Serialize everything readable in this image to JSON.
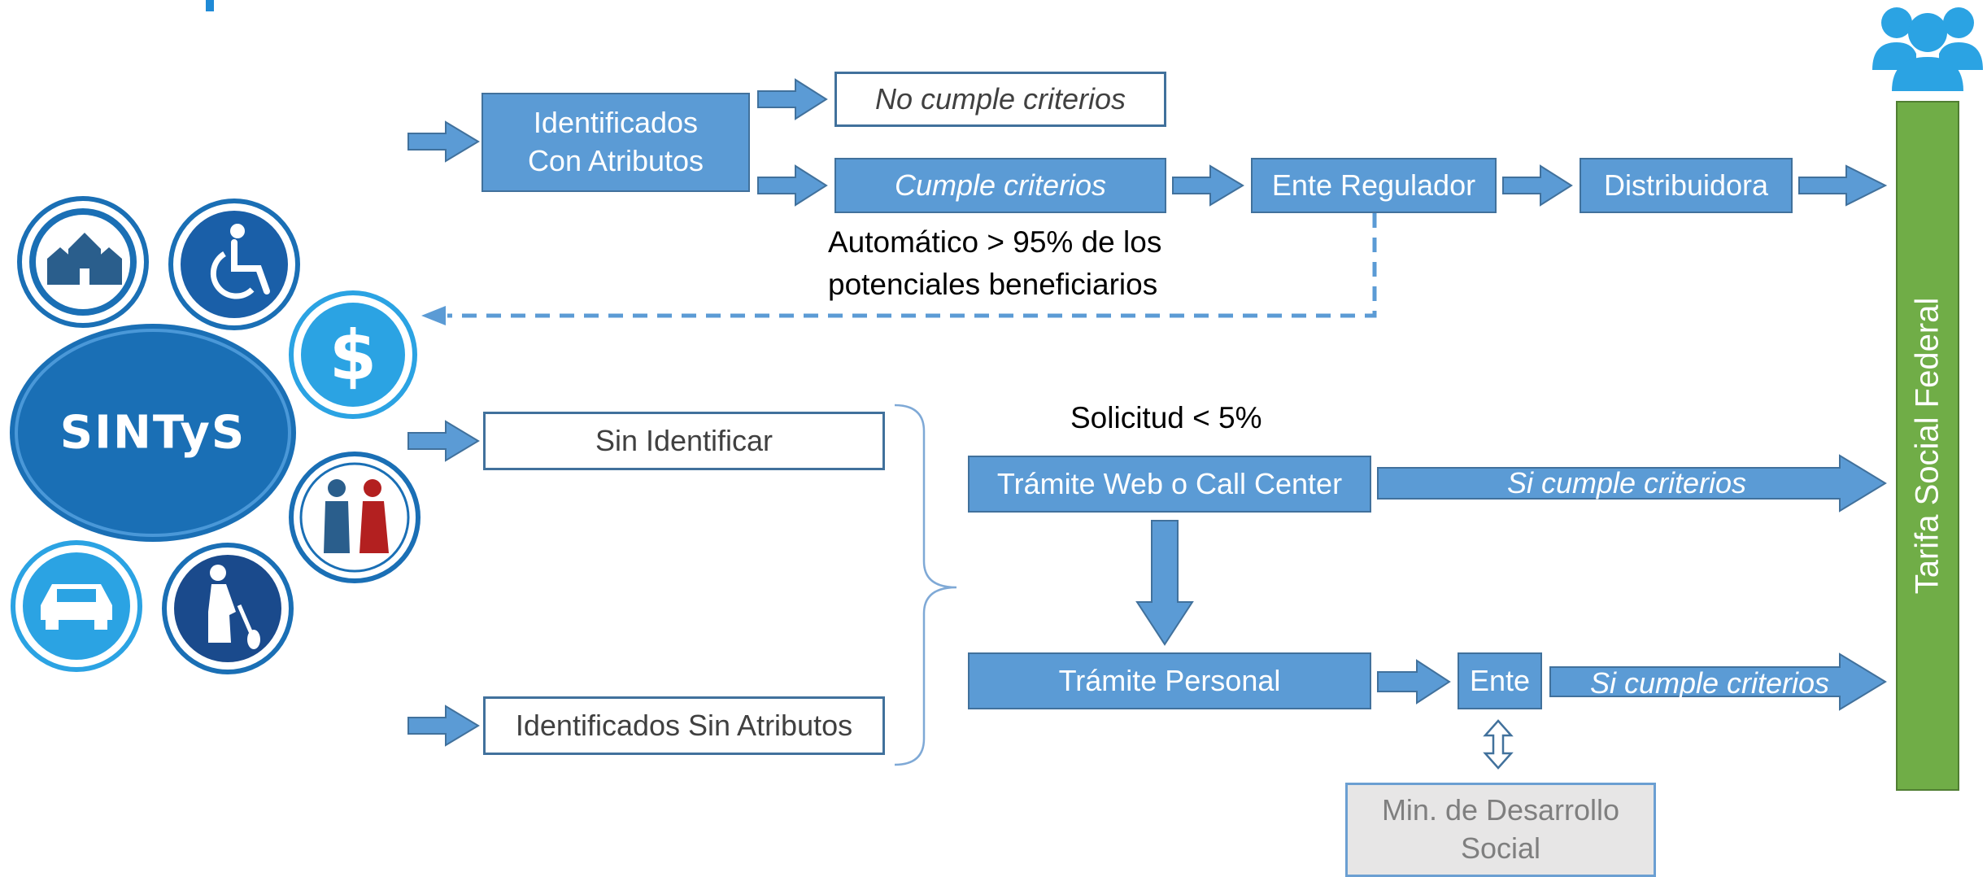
{
  "boxes": {
    "identificados_con_atributos": [
      "Identificados",
      "Con Atributos"
    ],
    "no_cumple": "No cumple criterios",
    "cumple": "Cumple criterios",
    "ente_regulador": "Ente Regulador",
    "distribuidora": "Distribuidora",
    "sin_identificar": "Sin Identificar",
    "identificados_sin_atributos": "Identificados Sin Atributos",
    "tramite_web": "Trámite Web o Call Center",
    "tramite_personal": "Trámite Personal",
    "ente": "Ente",
    "min_desarrollo": [
      "Min. de Desarrollo",
      "Social"
    ]
  },
  "notes": {
    "automatico": [
      "Automático > 95% de los",
      "potenciales beneficiarios"
    ],
    "solicitud": "Solicitud < 5%"
  },
  "arrow_labels": {
    "web_si_cumple": "Si cumple criterios",
    "ente_si_cumple": "Si cumple criterios"
  },
  "sidebar": {
    "title": "Tarifa Social Federal"
  },
  "sintys": {
    "label": "SINTyS",
    "icons": [
      "houses-icon",
      "wheelchair-icon",
      "dollar-icon",
      "elderly-couple-icon",
      "car-icon",
      "pregnant-woman-icon"
    ]
  },
  "colors": {
    "box_blue": "#5b9bd5",
    "box_border": "#41719c",
    "sintys_blue": "#1a6fb5",
    "green": "#70ad47",
    "users_icon": "#2ba3e3"
  }
}
